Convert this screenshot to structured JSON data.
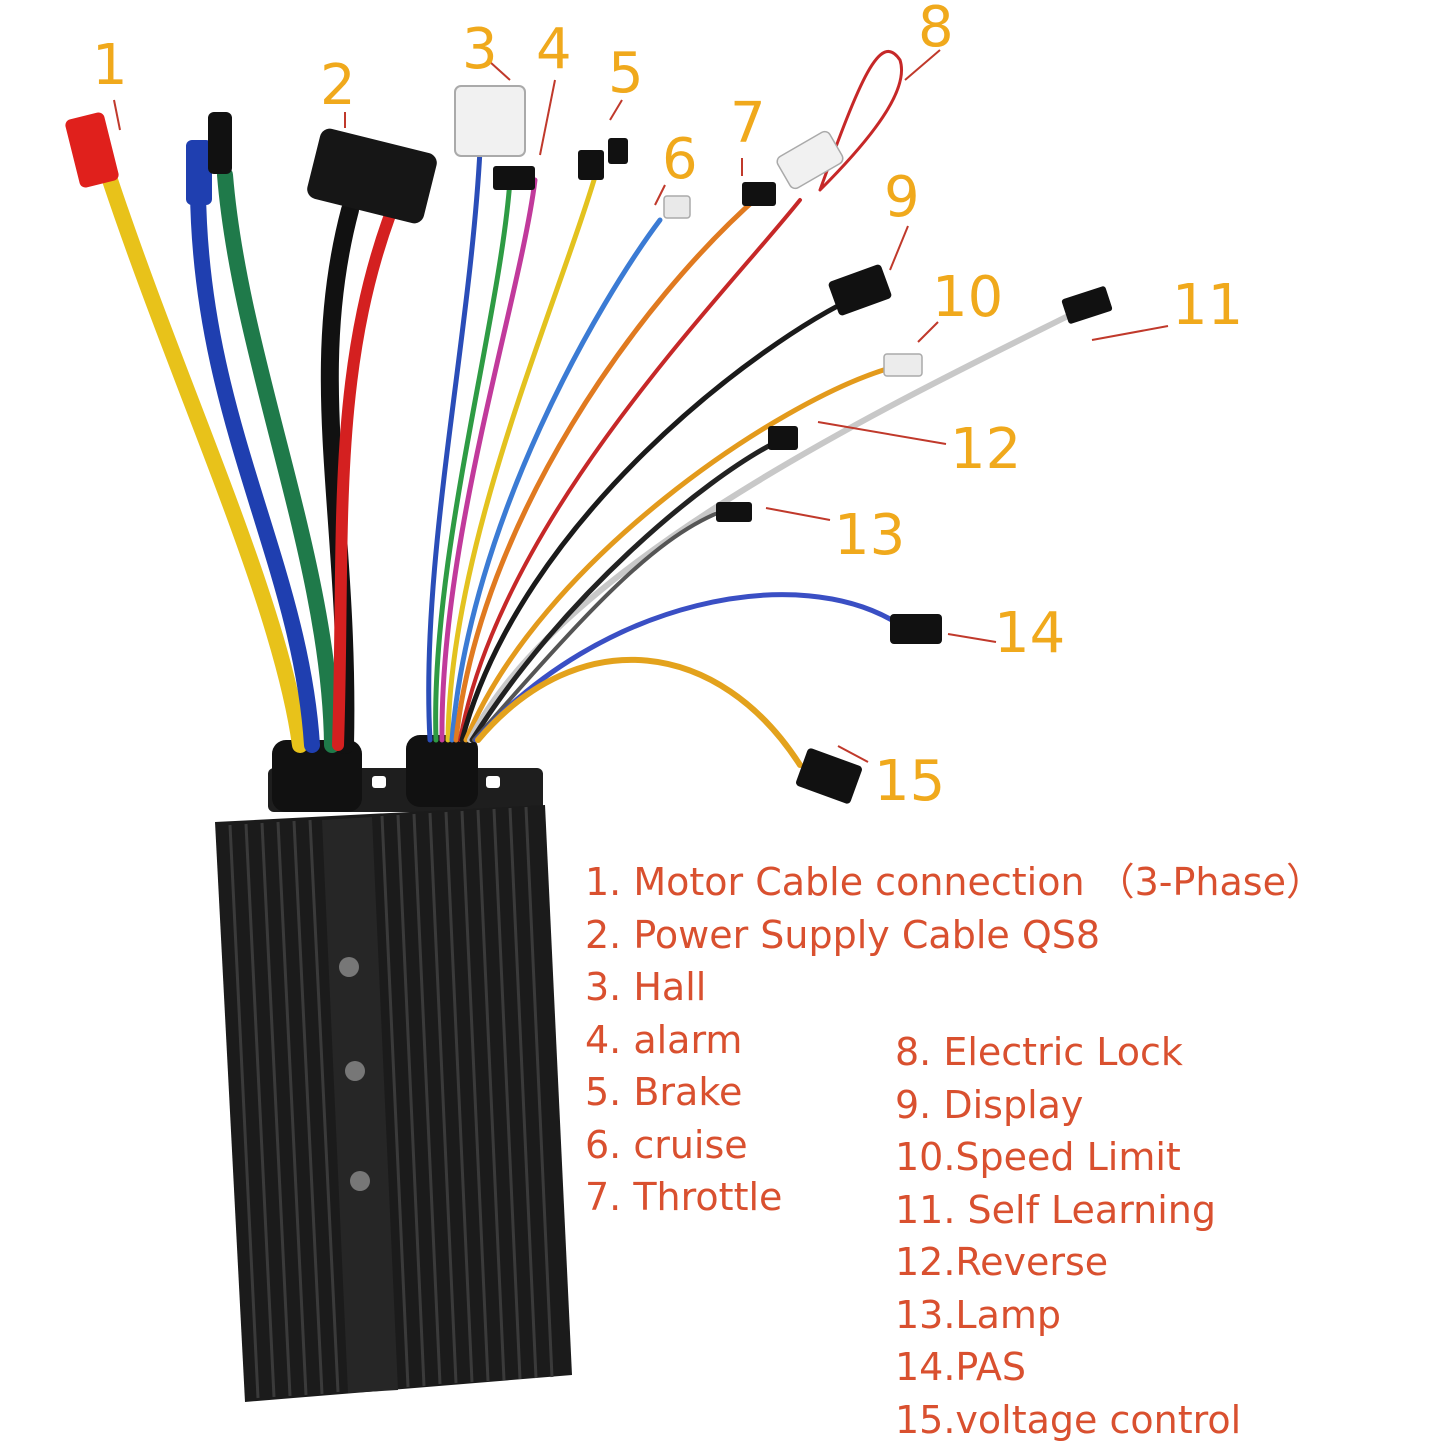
{
  "callouts": [
    {
      "id": 1,
      "label": "1"
    },
    {
      "id": 2,
      "label": "2"
    },
    {
      "id": 3,
      "label": "3"
    },
    {
      "id": 4,
      "label": "4"
    },
    {
      "id": 5,
      "label": "5"
    },
    {
      "id": 6,
      "label": "6"
    },
    {
      "id": 7,
      "label": "7"
    },
    {
      "id": 8,
      "label": "8"
    },
    {
      "id": 9,
      "label": "9"
    },
    {
      "id": 10,
      "label": "10"
    },
    {
      "id": 11,
      "label": "11"
    },
    {
      "id": 12,
      "label": "12"
    },
    {
      "id": 13,
      "label": "13"
    },
    {
      "id": 14,
      "label": "14"
    },
    {
      "id": 15,
      "label": "15"
    }
  ],
  "legend_left": [
    "1. Motor Cable connection （3-Phase）",
    "2. Power Supply Cable QS8",
    "3. Hall",
    "4. alarm",
    "5. Brake",
    "6. cruise",
    "7. Throttle"
  ],
  "legend_right": [
    "8. Electric Lock",
    "9. Display",
    "10.Speed Limit",
    "11. Self Learning",
    "12.Reverse",
    "13.Lamp",
    "14.PAS",
    "15.voltage control"
  ],
  "colors": {
    "callout_number": "#f0a91c",
    "legend_text": "#d9502f",
    "arrow": "#c0392b",
    "housing": "#1c1c1c"
  }
}
